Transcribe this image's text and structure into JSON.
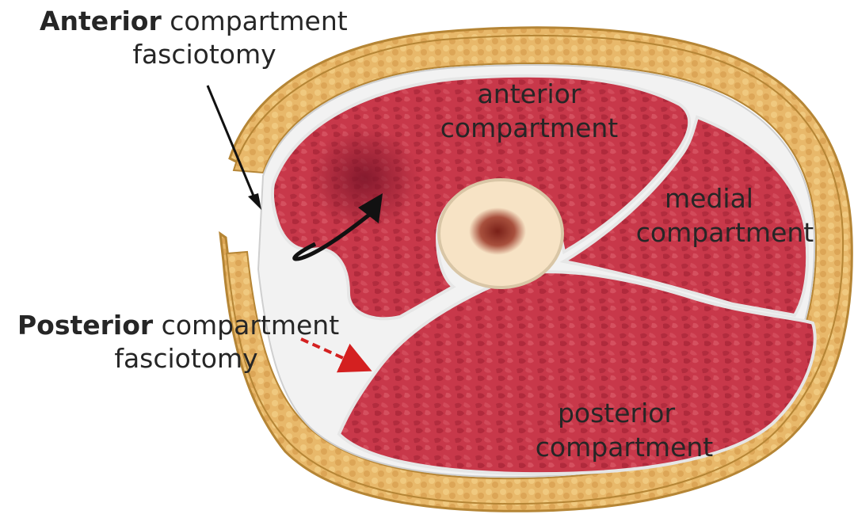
{
  "callouts": {
    "anterior": {
      "bold": "Anterior",
      "rest": " compartment",
      "line2": "fasciotomy"
    },
    "posterior": {
      "bold": "Posterior",
      "rest": " compartment",
      "line2": "fasciotomy"
    }
  },
  "compartments": {
    "anterior": {
      "line1": "anterior",
      "line2": "compartment"
    },
    "medial": {
      "line1": "medial",
      "line2": "compartment"
    },
    "posterior": {
      "line1": "posterior",
      "line2": "compartment"
    }
  },
  "colors": {
    "skin": "#e8b86a",
    "skin_edge": "#b58535",
    "muscle": "#c8384a",
    "muscle_dark": "#9a1f33",
    "fascia": "#f2f2f2",
    "bone": "#f7e3c5",
    "marrow": "#8a2a24",
    "black_arrow": "#111111",
    "red_arrow": "#d42020"
  }
}
